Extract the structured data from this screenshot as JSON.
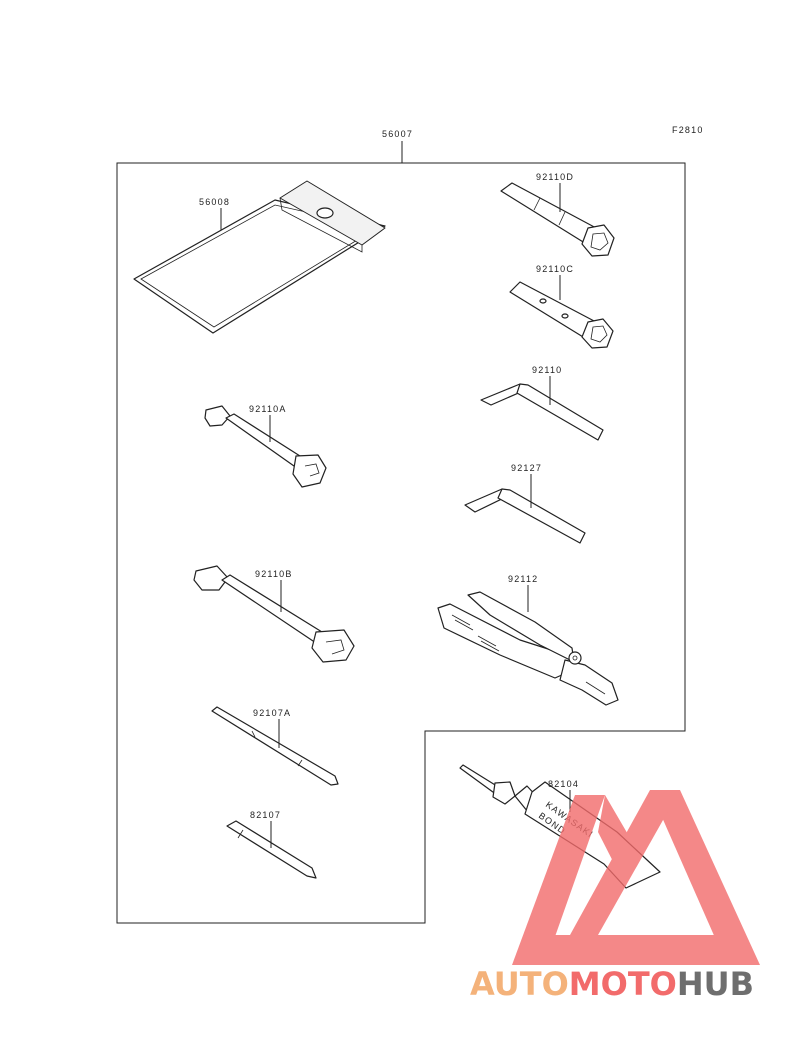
{
  "figure_code": "F2810",
  "assembly_part": "56007",
  "parts": {
    "p56008": "56008",
    "p92110D": "92110D",
    "p92110C": "92110C",
    "p92110": "92110",
    "p92110A": "92110A",
    "p92127": "92127",
    "p92110B": "92110B",
    "p92112": "92112",
    "p92107A": "92107A",
    "p82107": "82107",
    "p82104": "82104"
  },
  "tube_print": {
    "line1": "KAWASAKI",
    "line2": "BOND"
  },
  "watermark": {
    "part1": "AUTO",
    "part2": "MOTO",
    "part3": "HUB",
    "colors": {
      "auto": "#f4b27a",
      "moto": "#f26b6b",
      "hub": "#6e6e6e",
      "triangle": "#f26b6b"
    }
  }
}
